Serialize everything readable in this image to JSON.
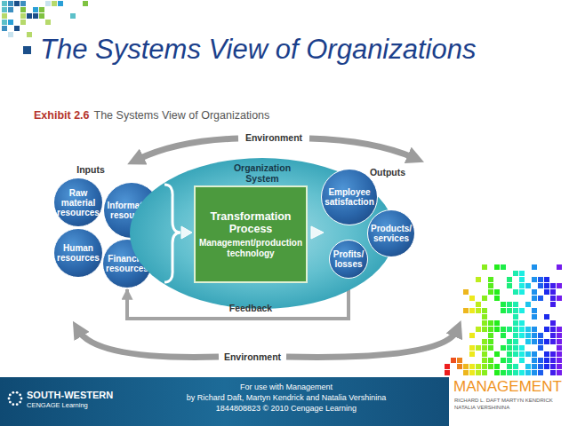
{
  "diagram": {
    "title": "The Systems View of Organizations",
    "nodes": [
      {
        "text": [
          "Raw material resources"
        ]
      },
      {
        "text": [
          "Information resources"
        ]
      },
      {
        "text": [
          "Human resources"
        ]
      },
      {
        "text": [
          "Financial resources"
        ]
      },
      {
        "text": [
          "Organization System"
        ]
      },
      {
        "text": [
          "Transformation Process",
          "Management/production technology"
        ],
        "in": 4
      },
      {
        "text": [
          "Employee satisfaction"
        ]
      },
      {
        "text": [
          "Products/ services"
        ]
      },
      {
        "text": [
          "Profits/ losses"
        ]
      }
    ],
    "edges": [
      {
        "from": 8,
        "to": 3,
        "arrow": "to",
        "label": "Feedback"
      }
    ],
    "labels": [
      "Exhibit 2.6",
      "The Systems View of Organizations",
      "Environment",
      "Inputs",
      "Outputs",
      "Environment",
      "SOUTH-WESTERN",
      "CENGAGE Learning",
      "For use with Management",
      "by Richard Daft, Martyn Kendrick and Natalia Vershinina",
      "1844808823 © 2010 Cengage Learning",
      "MANAGEMENT",
      "RICHARD L. DAFT MARTYN KENDRICK NATALIA VERSHININA"
    ]
  }
}
